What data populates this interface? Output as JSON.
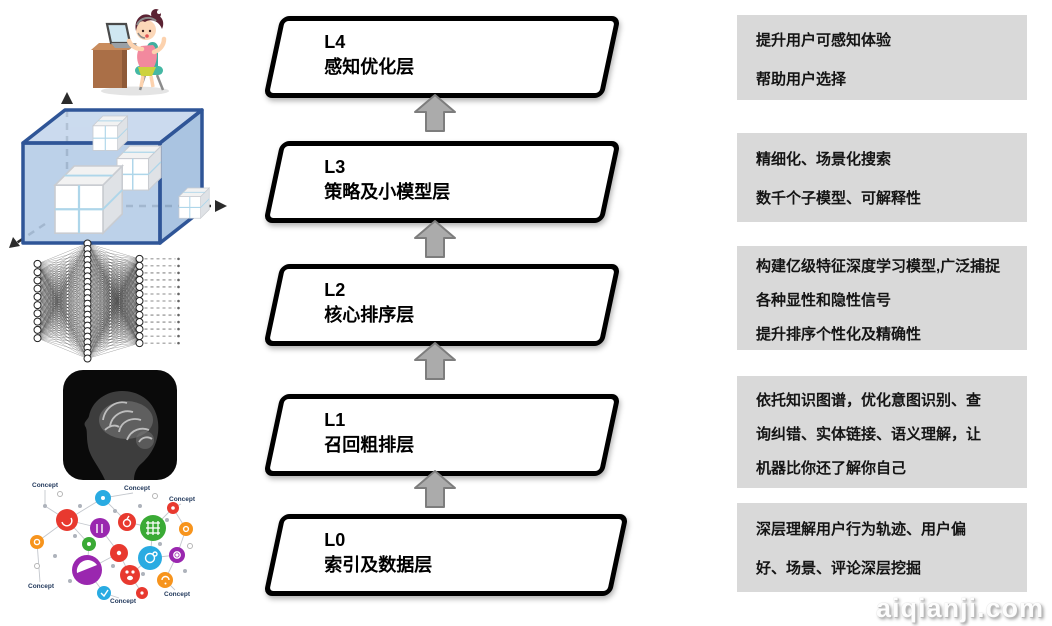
{
  "slide": {
    "watermark": "aiqianji.com"
  },
  "layers": [
    {
      "id": "L4",
      "name": "感知优化层",
      "description_lines": [
        "提升用户可感知体验",
        "帮助用户选择"
      ]
    },
    {
      "id": "L3",
      "name": "策略及小模型层",
      "description_lines": [
        "精细化、场景化搜索",
        "数千个子模型、可解释性"
      ]
    },
    {
      "id": "L2",
      "name": "核心排序层",
      "description_lines": [
        "构建亿级特征深度学习模型,广泛捕捉",
        "各种显性和隐性信号",
        "提升排序个性化及精确性"
      ]
    },
    {
      "id": "L1",
      "name": "召回粗排层",
      "description_lines": [
        "依托知识图谱，优化意图识别、查",
        "询纠错、实体链接、语义理解，让",
        "机器比你还了解你自己"
      ]
    },
    {
      "id": "L0",
      "name": "索引及数据层",
      "description_lines": [
        "深层理解用户行为轨迹、用户偏",
        "好、场景、评论深层挖掘"
      ]
    }
  ],
  "icons": {
    "up_arrow": "block-arrow-up",
    "left_figures": [
      "girl-at-laptop-clipart",
      "vector-space-cube",
      "neural-network",
      "brain-xray",
      "knowledge-graph"
    ]
  },
  "colors": {
    "layer_box_border": "#000000",
    "layer_box_fill": "#ffffff",
    "arrow_fill": "#ababab",
    "arrow_stroke": "#7d7d7d",
    "desc_box_fill": "#d9d9d9",
    "desc_text": "#141414",
    "cube_edge": "#2f5597",
    "cube_face": "#b3cbe6",
    "graph_palette": [
      "#e8392f",
      "#9a27af",
      "#29abe2",
      "#3aaa35",
      "#f7941d"
    ]
  },
  "figures": {
    "neural_network": {
      "layers": [
        10,
        22,
        13
      ]
    },
    "concept_graph": {
      "label": "Concept"
    }
  }
}
